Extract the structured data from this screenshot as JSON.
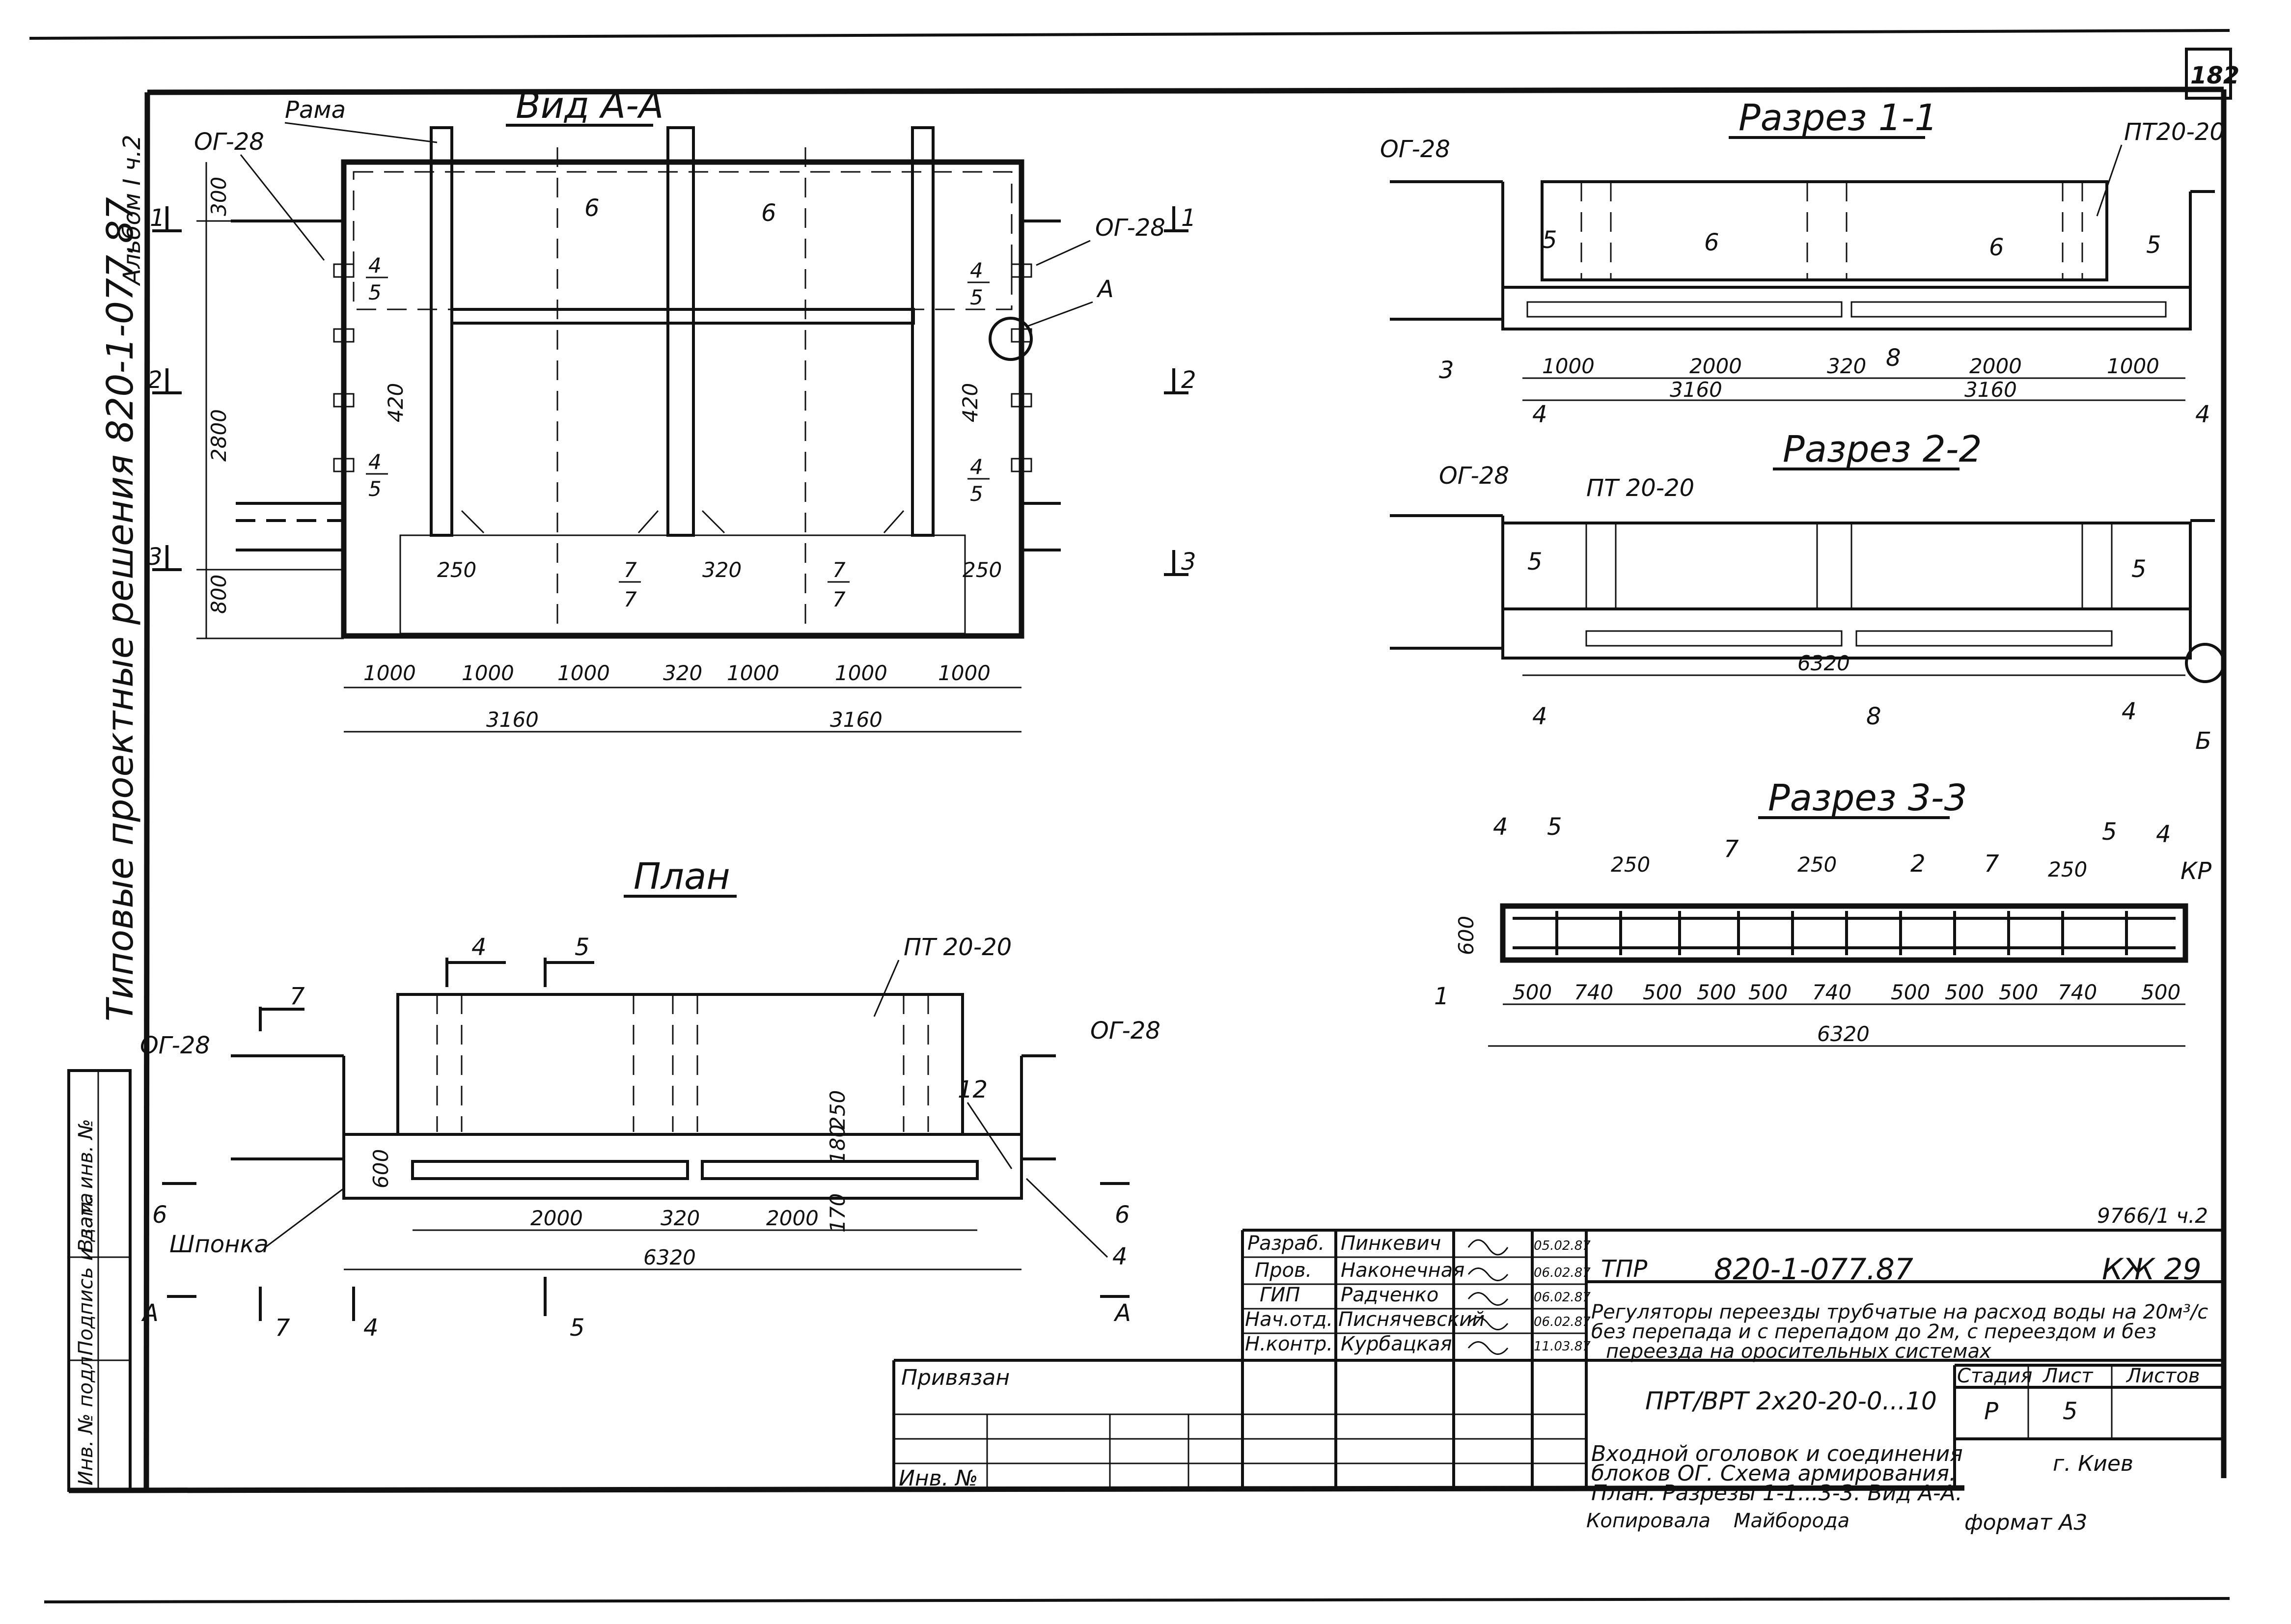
{
  "sheet_number": "182",
  "vertical_side_text": "Типовые  проектные  решения 820-1-077.87",
  "album_text": "Альбом I ч.2",
  "left_strip": [
    "Инв. № подл.",
    "Подпись и дата",
    "Взам. инв. №"
  ],
  "view_aa": {
    "title": "Вид А-А",
    "labels": {
      "rama": "Рама",
      "og28_left": "ОГ-28",
      "og28_right": "ОГ-28",
      "ref_a": "А",
      "block6": "6"
    },
    "fractions": {
      "f45": [
        "4",
        "5"
      ],
      "f77": [
        "7",
        "7"
      ]
    },
    "section_marks": [
      "1",
      "2",
      "3"
    ],
    "dims_vertical": [
      "300",
      "2800",
      "800",
      "420",
      "420"
    ],
    "dims_small": [
      "250",
      "320",
      "250"
    ],
    "dims_bottom_row": [
      "1000",
      "1000",
      "1000",
      "320",
      "1000",
      "1000",
      "1000"
    ],
    "dims_totals": [
      "3160",
      "3160"
    ]
  },
  "section_11": {
    "title": "Разрез 1-1",
    "labels": {
      "og28": "ОГ-28",
      "pt": "ПТ20-20",
      "m5": "5",
      "m6": "6",
      "m8": "8",
      "m3": "3",
      "m4": "4"
    },
    "dims": [
      "1000",
      "2000",
      "320",
      "2000",
      "1000"
    ],
    "totals": [
      "3160",
      "3160"
    ]
  },
  "section_22": {
    "title": "Разрез 2-2",
    "labels": {
      "og28": "ОГ-28",
      "pt": "ПТ 20-20",
      "m5": "5",
      "m4": "4",
      "m8": "8",
      "mb": "Б"
    },
    "total": "6320"
  },
  "section_33": {
    "title": "Разрез 3-3",
    "labels": {
      "m4": "4",
      "m5": "5",
      "m7": "7",
      "m2": "2",
      "m1": "1",
      "kr": "КР"
    },
    "height": "600",
    "dims_top": [
      "250",
      "250",
      "250"
    ],
    "dims": [
      "500",
      "740",
      "500",
      "500",
      "500",
      "740",
      "500",
      "500",
      "500",
      "740",
      "500"
    ],
    "total": "6320"
  },
  "plan": {
    "title": "План",
    "labels": {
      "og28_left": "ОГ-28",
      "og28_right": "ОГ-28",
      "pt": "ПТ 20-20",
      "shponka": "Шпонка",
      "m12": "12",
      "m4": "4",
      "m5": "5",
      "m6": "6",
      "m7": "7",
      "ma": "А"
    },
    "dims_vertical": [
      "600",
      "250",
      "180",
      "170"
    ],
    "dims": [
      "2000",
      "320",
      "2000"
    ],
    "total": "6320"
  },
  "stamp_note": "9766/1 ч.2",
  "title_block": {
    "roles": [
      "Разраб.",
      "Пров.",
      "ГИП",
      "Нач.отд.",
      "Н.контр."
    ],
    "names": [
      "Пинкевич",
      "Наконечная",
      "Радченко",
      "Писнячевский",
      "Курбацкая"
    ],
    "dates": [
      "05.02.87",
      "06.02.87",
      "06.02.87",
      "06.02.87",
      "11.03.87"
    ],
    "tpr": "ТПР",
    "project_code": "820-1-077.87",
    "sheet_code": "КЖ 29",
    "description": [
      "Регуляторы переезды трубчатые на расход воды на 20м³/с",
      "без перепада и с перепадом до 2м, с переездом и без",
      "переезда на оросительных системах"
    ],
    "privyazan": "Привязан",
    "inv_no": "Инв. №",
    "mark": "ПРТ/ВРТ 2х20-20-0...10",
    "stage_header": "Стадия",
    "sheet_header": "Лист",
    "sheets_header": "Листов",
    "stage": "Р",
    "sheet": "5",
    "sheet_title": [
      "Входной оголовок и соединения",
      "блоков ОГ. Схема армирования.",
      "План. Разрезы 1-1...3-3. Вид А-А."
    ],
    "city": "г. Киев",
    "copied_label": "Копировала",
    "copied_name": "Майборода",
    "format": "формат А3"
  }
}
